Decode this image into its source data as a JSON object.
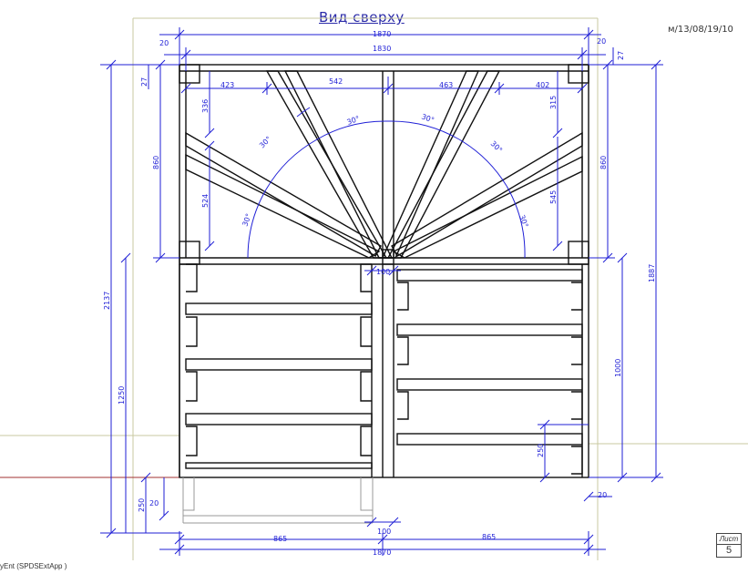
{
  "title": "Вид сверху",
  "drawing_code": "м/13/08/19/10",
  "sheet": {
    "label": "Лист",
    "number": "5"
  },
  "bottom_note": "yEnt (SPDSExtApp )",
  "colors": {
    "dimension": "#1f1fd6",
    "structure": "#111111",
    "frame": "#c8c8a0",
    "red_line": "#a03030"
  },
  "dims": {
    "top_total": "1870",
    "top_inner": "1830",
    "top_left_offset": "20",
    "top_right_offset": "20",
    "right_small": "27",
    "left_small": "27",
    "seg_423": "423",
    "seg_542": "542",
    "seg_463": "463",
    "seg_402": "402",
    "v_336": "336",
    "v_315": "315",
    "v_524": "524",
    "v_545": "545",
    "left_860": "860",
    "right_860": "860",
    "left_2137": "2137",
    "right_1887": "1887",
    "left_1250": "1250",
    "right_1000": "1000",
    "left_250": "250",
    "left_20": "20",
    "right_250": "250",
    "right_20": "20",
    "mid_100_top": "100",
    "mid_100_bottom": "100",
    "bottom_865_left": "865",
    "bottom_865_right": "865",
    "bottom_total": "1870"
  },
  "angles": [
    "30°",
    "30°",
    "30°",
    "30°",
    "30°",
    "30°"
  ]
}
